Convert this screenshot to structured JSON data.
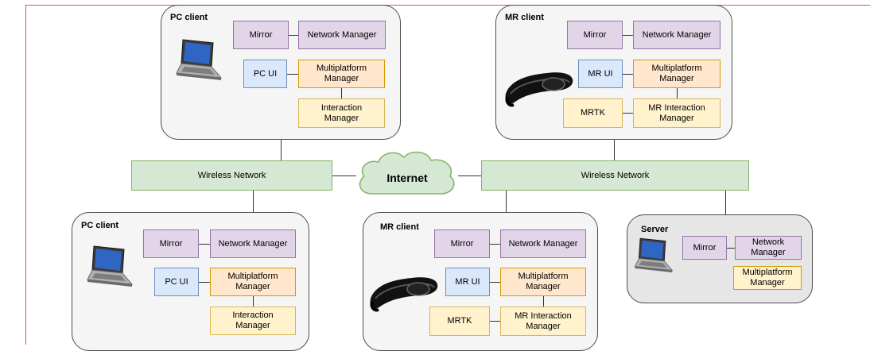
{
  "nodes": {
    "pc_client_top": {
      "title": "PC client",
      "mirror": "Mirror",
      "network_manager": "Network Manager",
      "ui": "PC UI",
      "multiplatform": "Multiplatform\nManager",
      "interaction": "Interaction\nManager"
    },
    "mr_client_top": {
      "title": "MR client",
      "mirror": "Mirror",
      "network_manager": "Network Manager",
      "ui": "MR UI",
      "multiplatform": "Multiplatform\nManager",
      "toolkit": "MRTK",
      "interaction": "MR Interaction\nManager"
    },
    "pc_client_bottom": {
      "title": "PC client",
      "mirror": "Mirror",
      "network_manager": "Network Manager",
      "ui": "PC UI",
      "multiplatform": "Multiplatform\nManager",
      "interaction": "Interaction\nManager"
    },
    "mr_client_bottom": {
      "title": "MR client",
      "mirror": "Mirror",
      "network_manager": "Network Manager",
      "ui": "MR UI",
      "multiplatform": "Multiplatform\nManager",
      "toolkit": "MRTK",
      "interaction": "MR Interaction\nManager"
    },
    "server": {
      "title": "Server",
      "mirror": "Mirror",
      "network_manager": "Network\nManager",
      "multiplatform": "Multiplatform\nManager"
    }
  },
  "networks": {
    "left": "Wireless Network",
    "right": "Wireless Network",
    "internet": "Internet"
  },
  "icons": {
    "laptop": "laptop-icon",
    "headset": "mr-headset-icon",
    "cloud": "cloud-icon"
  },
  "colors": {
    "purple_fill": "#e1d5e7",
    "blue_fill": "#dae8fc",
    "orange_fill": "#ffe6cc",
    "yellow_fill": "#fff2cc",
    "green_fill": "#d5e8d4",
    "frame_red": "#e05050"
  }
}
